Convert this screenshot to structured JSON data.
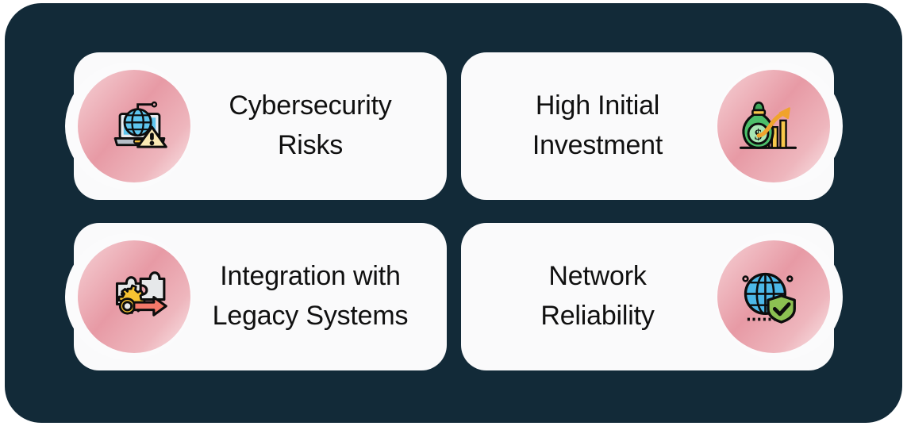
{
  "theme": {
    "panel_background": "#122A38",
    "card_background": "#FAFAFB",
    "badge_background": "#13303F",
    "ring_accent": "#E79AA5",
    "text_color": "#101010"
  },
  "cards": [
    {
      "id": "cybersecurity-risks",
      "label": "Cybersecurity\nRisks",
      "icon": "laptop-globe-warning-icon",
      "icon_position": "left"
    },
    {
      "id": "high-initial-investment",
      "label": "High Initial\nInvestment",
      "icon": "money-bag-growth-chart-icon",
      "icon_position": "right"
    },
    {
      "id": "integration-with-legacy-systems",
      "label": "Integration with\nLegacy Systems",
      "icon": "puzzle-gear-arrow-icon",
      "icon_position": "left"
    },
    {
      "id": "network-reliability",
      "label": "Network\nReliability",
      "icon": "globe-shield-check-icon",
      "icon_position": "right"
    }
  ]
}
